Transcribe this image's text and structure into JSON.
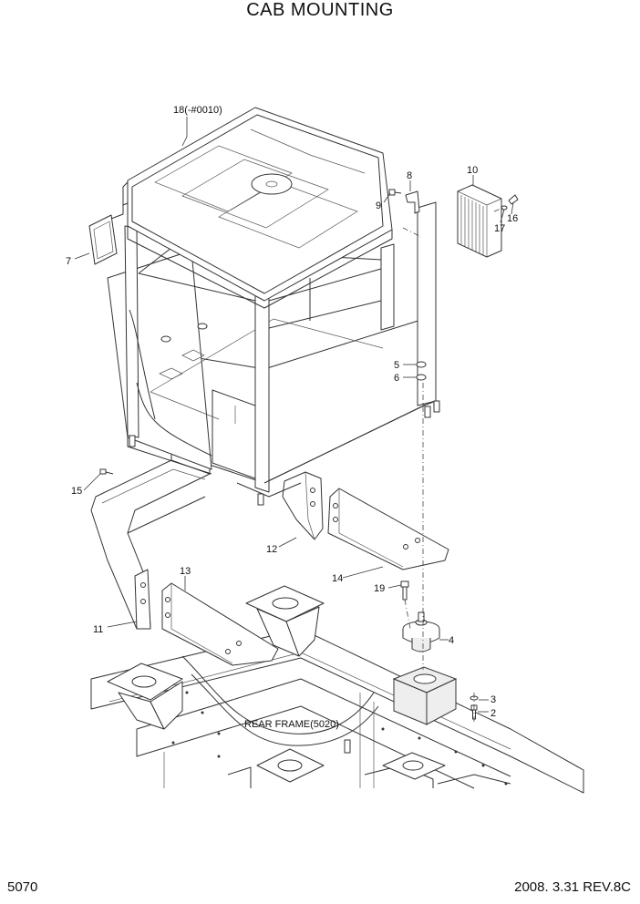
{
  "title": "CAB MOUNTING",
  "page_number": "5070",
  "revision": "2008. 3.31  REV.8C",
  "callouts": {
    "c18": "18(-#0010)",
    "c7": "7",
    "c8": "8",
    "c9": "9",
    "c10": "10",
    "c16": "16",
    "c17": "17",
    "c5": "5",
    "c6": "6",
    "c15": "15",
    "c12": "12",
    "c14": "14",
    "c13": "13",
    "c11": "11",
    "c19": "19",
    "c4": "4",
    "c3": "3",
    "c2": "2",
    "rear_frame": "REAR FRAME(5020)"
  }
}
